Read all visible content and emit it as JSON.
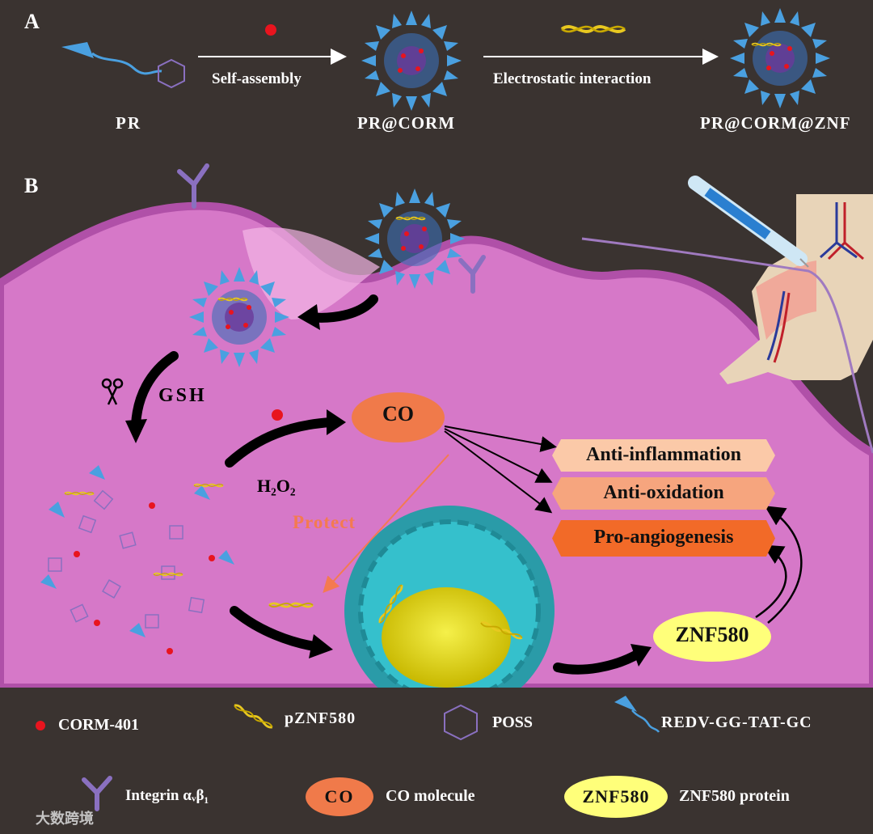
{
  "panels": {
    "a": "A",
    "b": "B"
  },
  "panel_a": {
    "pr": "PR",
    "self_assembly": "Self-assembly",
    "pr_corm": "PR@CORM",
    "electrostatic": "Electrostatic interaction",
    "pr_corm_znf": "PR@CORM@ZNF"
  },
  "panel_b": {
    "gsh": "GSH",
    "h2o2": "H₂O₂",
    "co": "CO",
    "protect": "Protect",
    "effects": [
      "Anti-inflammation",
      "Anti-oxidation",
      "Pro-angiogenesis"
    ],
    "znf580": "ZNF580"
  },
  "legend": {
    "corm401": "CORM-401",
    "pznf580": "pZNF580",
    "poss": "POSS",
    "redv": "REDV-GG-TAT-GC",
    "integrin": "Integrin αᵥβ₁",
    "co_badge": "CO",
    "co_molecule": "CO molecule",
    "znf_badge": "ZNF580",
    "znf_protein": "ZNF580 protein"
  },
  "watermark": "大数跨境",
  "colors": {
    "background": "#3a3330",
    "cell": "#d678c8",
    "co": "#f07a4a",
    "znf": "#ffff7a",
    "effect1": "#fbc9a8",
    "effect2": "#f6a57e",
    "effect3": "#f26a28",
    "corm": "#e8141e",
    "peptide": "#4aa0e0",
    "poss": "#8a70c0",
    "protect": "#f47a50"
  }
}
